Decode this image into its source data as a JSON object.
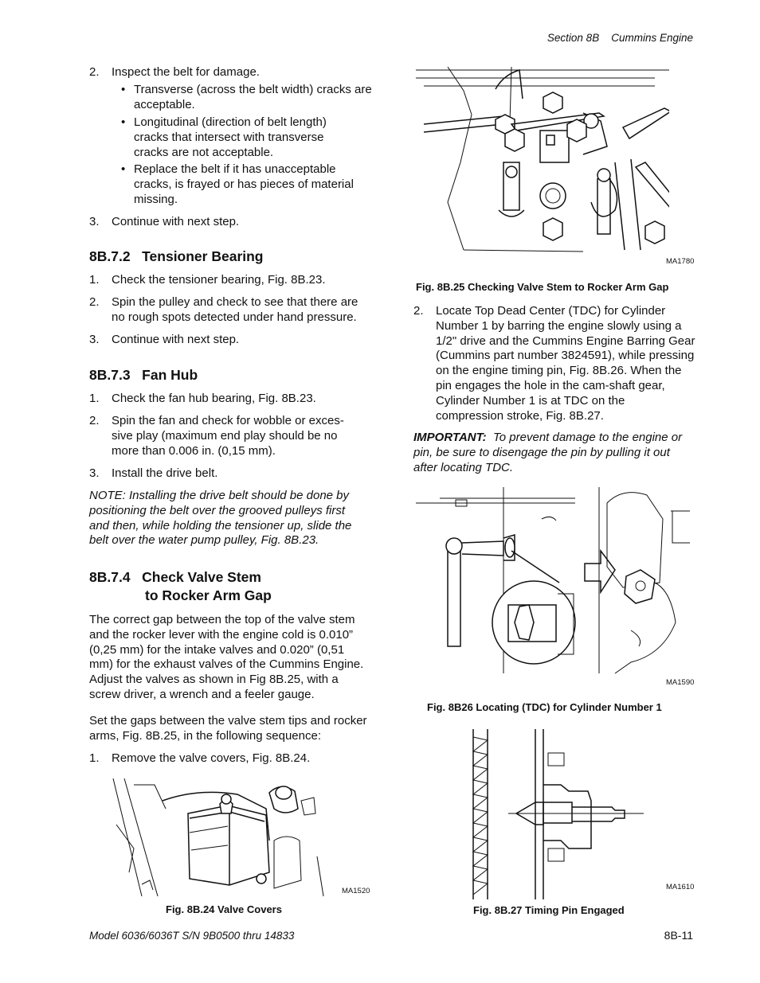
{
  "header": {
    "section": "Section 8B    Cummins Engine"
  },
  "left": {
    "inspect": {
      "num": "2.",
      "text": "Inspect the belt for damage.",
      "bullets": [
        "Transverse (across the belt width) cracks are acceptable.",
        "Longitudinal (direction of belt length) cracks that intersect with transverse cracks are not acceptable.",
        "Replace the belt if it has unacceptable cracks, is frayed or has pieces of material missing."
      ]
    },
    "continue1": {
      "num": "3.",
      "text": "Continue with next step."
    },
    "s2": {
      "title": "8B.7.2   Tensioner Bearing",
      "steps": [
        {
          "num": "1.",
          "text": "Check the tensioner bearing, Fig. 8B.23."
        },
        {
          "num": "2.",
          "text": "Spin the pulley and check to see that there are no rough spots detected under hand pressure."
        },
        {
          "num": "3.",
          "text": "Continue with next step."
        }
      ]
    },
    "s3": {
      "title": "8B.7.3   Fan Hub",
      "steps": [
        {
          "num": "1.",
          "text": "Check the fan hub bearing, Fig. 8B.23."
        },
        {
          "num": "2.",
          "text": "Spin the fan and check for wobble or exces-sive play (maximum end play should be no more than 0.006 in. (0,15 mm)."
        },
        {
          "num": "3.",
          "text": "Install the drive belt."
        }
      ],
      "note": "NOTE:  Installing the drive belt should be done by positioning the belt over the grooved pulleys first and then, while holding the tensioner up, slide the belt over the water pump pulley, Fig. 8B.23."
    },
    "s4": {
      "title_line1": "8B.7.4   Check Valve Stem",
      "title_line2": "to Rocker Arm Gap",
      "para1": "The correct gap between the top of the valve stem and the rocker lever with the engine cold is 0.010” (0,25 mm) for the intake valves and 0.020” (0,51 mm) for the exhaust valves of the Cummins Engine.  Adjust the valves as shown in Fig 8B.25, with a screw driver, a wrench and a feeler gauge.",
      "para2": "Set the gaps between the valve stem tips and rocker arms, Fig. 8B.25, in the following sequence:",
      "step1": {
        "num": "1.",
        "text": "Remove the valve covers, Fig. 8B.24."
      }
    },
    "fig24": {
      "code": "MA1520",
      "caption": "Fig. 8B.24 Valve Covers"
    }
  },
  "right": {
    "fig25": {
      "code": "MA1780",
      "caption": "Fig. 8B.25 Checking Valve Stem to Rocker Arm Gap"
    },
    "step2": {
      "num": "2.",
      "text": "Locate Top Dead Center (TDC) for Cylinder Number 1 by barring the engine slowly using a 1/2\" drive and the Cummins Engine Barring Gear (Cummins part number 3824591), while pressing on the engine timing pin, Fig. 8B.26. When the pin engages the hole in the cam-shaft gear, Cylinder Number 1 is at TDC on the compression stroke, Fig. 8B.27."
    },
    "important": {
      "label": "IMPORTANT:",
      "text": "To prevent damage to the engine or pin, be sure to disengage the pin by pulling it out after locating TDC."
    },
    "fig26": {
      "code": "MA1590",
      "caption": "Fig. 8B26 Locating (TDC) for Cylinder Number 1"
    },
    "fig27": {
      "code": "MA1610",
      "caption": "Fig. 8B.27 Timing Pin Engaged"
    }
  },
  "footer": {
    "model": "Model 6036/6036T S/N 9B0500 thru 14833",
    "page": "8B-11"
  }
}
